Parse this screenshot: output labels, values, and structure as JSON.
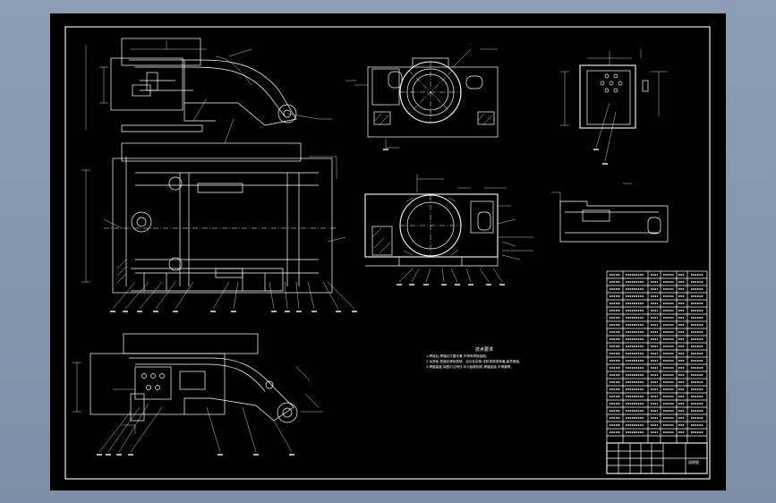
{
  "canvas": {
    "background": "#000000",
    "surround": "#8393ad",
    "line_color": "#ffffff",
    "accent_color": "#ffff00"
  },
  "drawing": {
    "notes_title": "技术要求",
    "notes": [
      "1.焊接后,焊缝应打磨光滑,不得有焊接缺陷。",
      "2.涂漆前,表面应清除铁锈、油污及杂物,涂防锈底漆两遍,面漆两遍。",
      "3.焊缝高度,除图中注明外,均与板厚相同,焊缝连续,不得漏焊。"
    ],
    "bom_rows": 24,
    "title_block_label": "组焊图"
  }
}
